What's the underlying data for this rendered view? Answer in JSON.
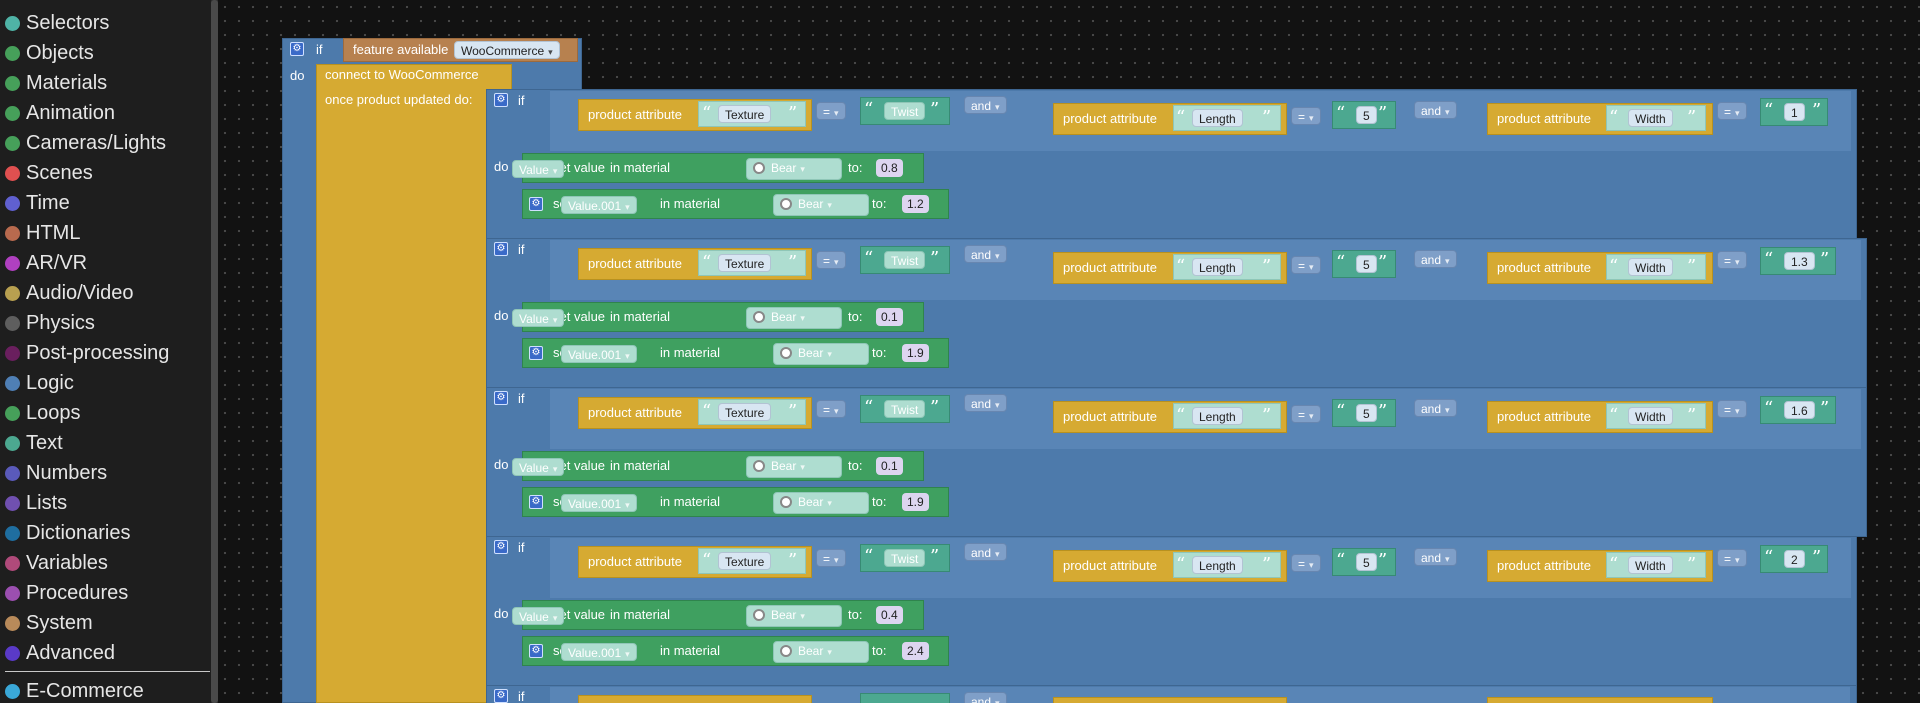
{
  "sidebar": {
    "categories": [
      {
        "label": "Selectors",
        "color": "#4fb3a6"
      },
      {
        "label": "Objects",
        "color": "#46a05a"
      },
      {
        "label": "Materials",
        "color": "#46a05a"
      },
      {
        "label": "Animation",
        "color": "#46a05a"
      },
      {
        "label": "Cameras/Lights",
        "color": "#46a05a"
      },
      {
        "label": "Scenes",
        "color": "#e05050"
      },
      {
        "label": "Time",
        "color": "#6060d0"
      },
      {
        "label": "HTML",
        "color": "#b86a4e"
      },
      {
        "label": "AR/VR",
        "color": "#b040c0"
      },
      {
        "label": "Audio/Video",
        "color": "#b8a050"
      },
      {
        "label": "Physics",
        "color": "#5e5e5e"
      },
      {
        "label": "Post-processing",
        "color": "#6a1f5e"
      },
      {
        "label": "Logic",
        "color": "#4f7fb5"
      },
      {
        "label": "Loops",
        "color": "#46a05a"
      },
      {
        "label": "Text",
        "color": "#4ca890"
      },
      {
        "label": "Numbers",
        "color": "#5a5aba"
      },
      {
        "label": "Lists",
        "color": "#7050b0"
      },
      {
        "label": "Dictionaries",
        "color": "#1f6ea0"
      },
      {
        "label": "Variables",
        "color": "#b04a7a"
      },
      {
        "label": "Procedures",
        "color": "#9b4fb0"
      },
      {
        "label": "System",
        "color": "#b88a5a"
      },
      {
        "label": "Advanced",
        "color": "#5a3ac8"
      }
    ],
    "extra": {
      "label": "E-Commerce",
      "color": "#3aa8d8"
    }
  },
  "workspace": {
    "outer_if": "if",
    "feature_label": "feature available",
    "feature_option": "WooCommerce",
    "outer_do": "do",
    "connect_label": "connect to WooCommerce",
    "once_label": "once product updated do:",
    "if_label": "if",
    "do_label": "do",
    "and_label": "and",
    "product_attribute": "product attribute",
    "eq": "=",
    "attr_texture": "Texture",
    "attr_length": "Length",
    "attr_width": "Width",
    "twist": "Twist",
    "five": "5",
    "set_value": "set value",
    "in_material": "in material",
    "to": "to:",
    "value_a": "Value",
    "value_b": "Value.001",
    "bear": "Bear",
    "groups": [
      {
        "width": "1",
        "v1": "0.8",
        "v2": "1.2"
      },
      {
        "width": "1.3",
        "v1": "0.1",
        "v2": "1.9"
      },
      {
        "width": "1.6",
        "v1": "0.1",
        "v2": "1.9"
      },
      {
        "width": "2",
        "v1": "0.4",
        "v2": "2.4"
      }
    ]
  }
}
